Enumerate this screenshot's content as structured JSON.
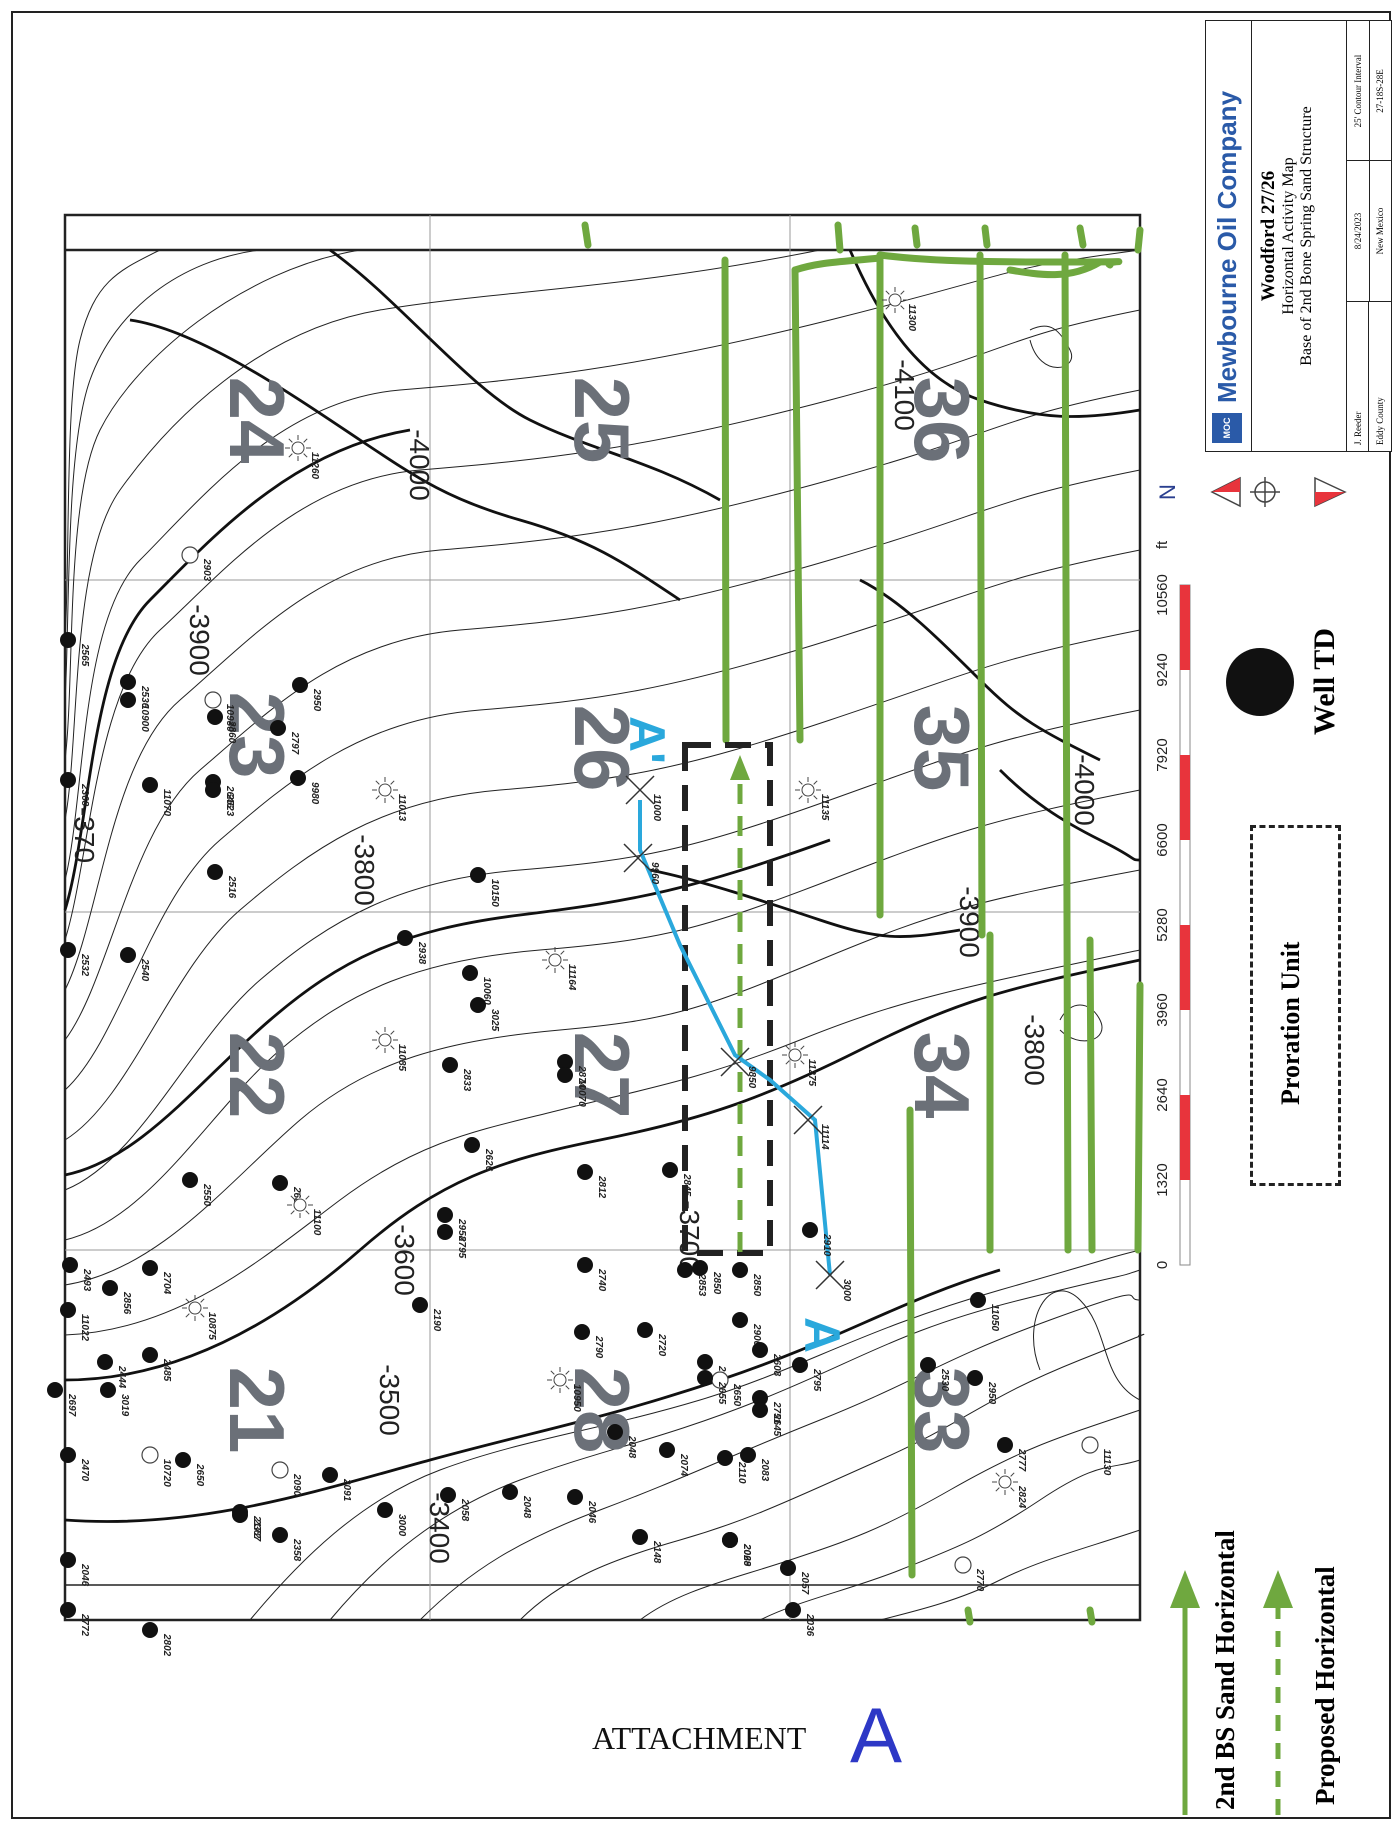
{
  "company": "Mewbourne Oil Company",
  "logo_text": "MOC",
  "map_title": "Woodford 27/26",
  "map_subtitle": "Horizontal Activity Map",
  "map_horizon": "Base of 2nd Bone Spring Sand Structure",
  "title_block": {
    "author": "J. Reeder",
    "county": "Eddy County",
    "date": "8/24/2023",
    "state": "New Mexico",
    "contour_interval": "25' Contour Interval",
    "location": "27-18S-28E"
  },
  "north_label": "N",
  "scale": {
    "unit": "ft",
    "ticks": [
      "0",
      "1320",
      "2640",
      "3960",
      "5280",
      "6600",
      "7920",
      "9240",
      "10560"
    ]
  },
  "legend": {
    "well_td": "Well TD",
    "proration_unit": "Proration Unit",
    "bs_horizontal": "2nd BS Sand Horizontal",
    "proposed_horizontal": "Proposed Horizontal"
  },
  "attachment_label": "ATTACHMENT",
  "attachment_letter": "A",
  "cross_section": {
    "start": "A",
    "end": "A'"
  },
  "colors": {
    "green_horizontal": "#6fa83f",
    "blue_section": "#2aa8dc",
    "scale_red": "#e8343c",
    "contour": "#222222"
  },
  "sections": [
    "24",
    "25",
    "36",
    "23",
    "26",
    "35",
    "22",
    "27",
    "34",
    "21",
    "28",
    "33"
  ],
  "contour_labels": [
    "-3400",
    "-3500",
    "-3600",
    "-3700",
    "-3800",
    "-3900",
    "-4000",
    "-4100",
    "-3900",
    "-3800",
    "-4000",
    "-370"
  ],
  "well_labels": [
    "11260",
    "2903",
    "2565",
    "2536",
    "10900",
    "10930",
    "2860",
    "2797",
    "2950",
    "2368",
    "11070",
    "2646",
    "2523",
    "9980",
    "11013",
    "2516",
    "10150",
    "2532",
    "2540",
    "2938",
    "10060",
    "3025",
    "11164",
    "11085",
    "2833",
    "2874",
    "10070",
    "9960",
    "11000",
    "11135",
    "11300",
    "2550",
    "2683",
    "11100",
    "2626",
    "2812",
    "2958",
    "2795",
    "2493",
    "2704",
    "2856",
    "10875",
    "2190",
    "2740",
    "2853",
    "2850",
    "2850",
    "2900",
    "2910",
    "3000",
    "2795",
    "11275",
    "11114",
    "9850",
    "11022",
    "2697",
    "2444",
    "2470",
    "3019",
    "2485",
    "10720",
    "2650",
    "2387",
    "2090",
    "2091",
    "2172",
    "2358",
    "3000",
    "2058",
    "2048",
    "2046",
    "10950",
    "2790",
    "2720",
    "2098",
    "2650",
    "2655",
    "2751",
    "2645",
    "2048",
    "2074",
    "2110",
    "2083",
    "2148",
    "2068",
    "2029",
    "2057",
    "2036",
    "2046",
    "2530",
    "2950",
    "2777",
    "2824",
    "11050",
    "11130",
    "2770",
    "2772",
    "2802",
    "2608",
    "2845",
    "2810"
  ]
}
